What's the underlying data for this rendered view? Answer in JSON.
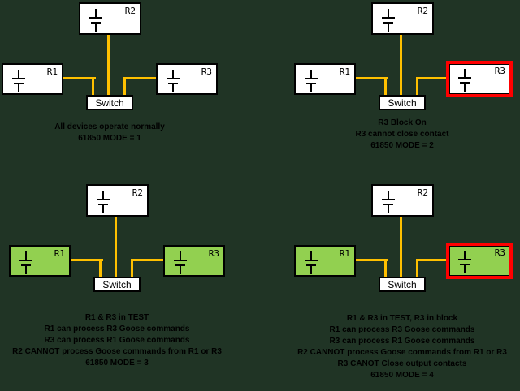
{
  "page": {
    "background": "#203425",
    "description": "IEC 61850 relay test/block mode diagrams: four network diagrams of relays R1, R2, R3 connected to a Switch"
  },
  "colors": {
    "wire": "#FFC000",
    "test_fill": "#92D050",
    "block_border": "#FF0000",
    "box_fill": "#FFFFFF",
    "box_border": "#000000",
    "text": "#000000"
  },
  "icons": {
    "ground": "ground-icon"
  },
  "quadrants": [
    {
      "mode": 1,
      "relays": {
        "r1": "R1",
        "r2": "R2",
        "r3": "R3"
      },
      "switch_label": "Switch",
      "r1_state": "normal",
      "r2_state": "normal",
      "r3_state": "normal",
      "captions": [
        "All devices operate normally",
        "61850 MODE = 1"
      ]
    },
    {
      "mode": 2,
      "relays": {
        "r1": "R1",
        "r2": "R2",
        "r3": "R3"
      },
      "switch_label": "Switch",
      "r1_state": "normal",
      "r2_state": "normal",
      "r3_state": "blocked",
      "captions": [
        "R3 Block On",
        "R3 cannot close contact",
        "61850 MODE = 2"
      ]
    },
    {
      "mode": 3,
      "relays": {
        "r1": "R1",
        "r2": "R2",
        "r3": "R3"
      },
      "switch_label": "Switch",
      "r1_state": "test",
      "r2_state": "normal",
      "r3_state": "test",
      "captions": [
        "R1 & R3 in TEST",
        "R1 can process R3 Goose commands",
        "R3 can process R1 Goose commands",
        "R2 CANNOT process Goose commands from R1 or R3",
        "61850 MODE = 3"
      ]
    },
    {
      "mode": 4,
      "relays": {
        "r1": "R1",
        "r2": "R2",
        "r3": "R3"
      },
      "switch_label": "Switch",
      "r1_state": "test",
      "r2_state": "normal",
      "r3_state": "test-blocked",
      "captions": [
        "R1 & R3 in TEST, R3 in block",
        "R1 can process R3 Goose commands",
        "R3 can process R1 Goose commands",
        "R2 CANNOT process Goose commands from R1 or R3",
        "R3 CANOT Close output contacts",
        "61850 MODE = 4"
      ]
    }
  ]
}
